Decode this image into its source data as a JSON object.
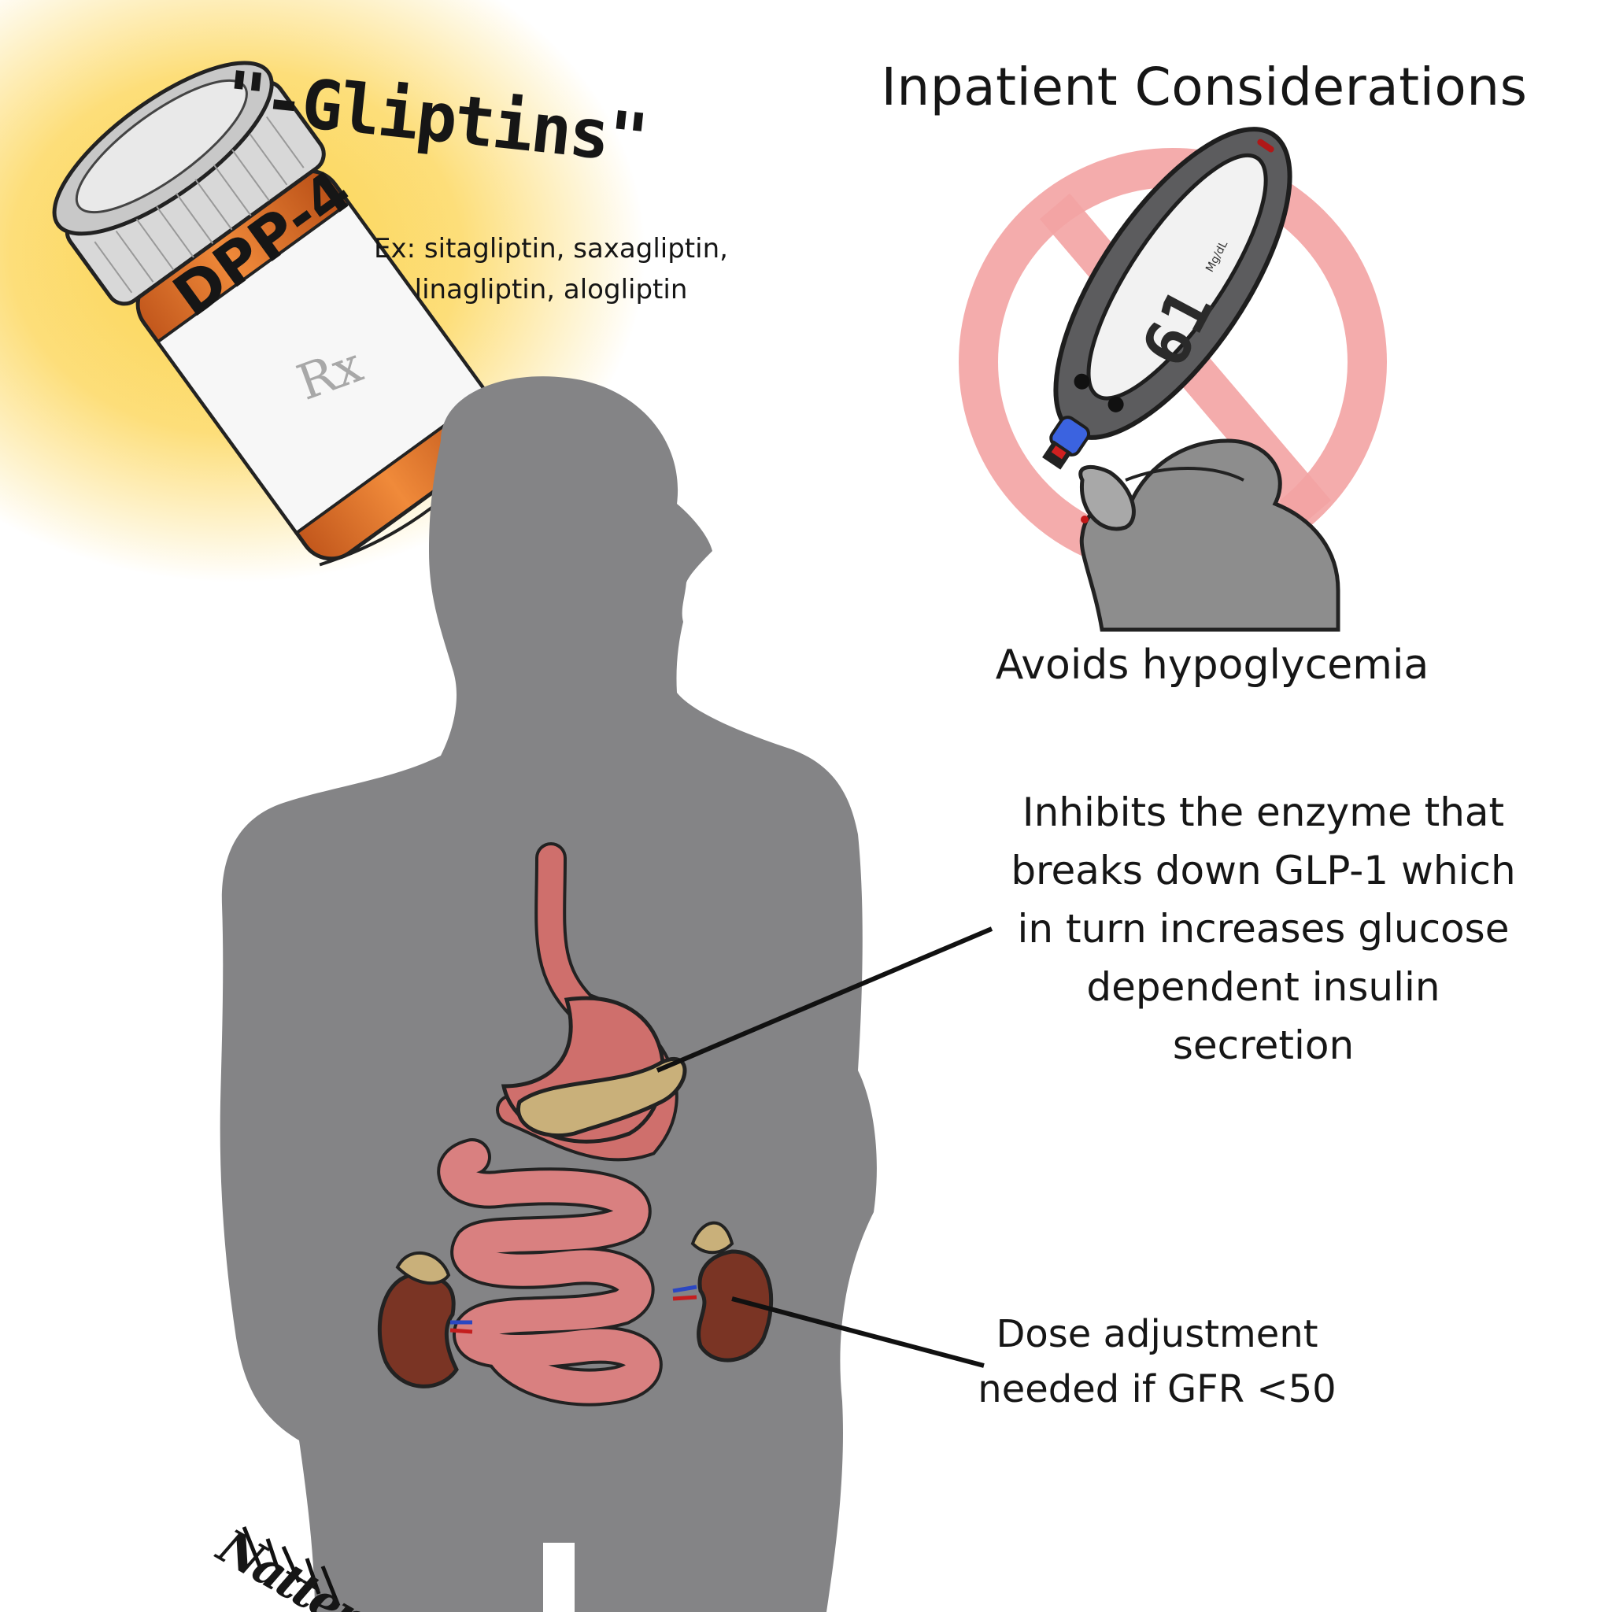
{
  "header": {
    "title": "Inpatient Considerations"
  },
  "drug": {
    "class_nickname": "\"-Gliptins\"",
    "bottle_label": "DPP-4",
    "bottle_symbol": "Rx",
    "examples_line1": "Ex: sitagliptin, saxagliptin,",
    "examples_line2": "linagliptin, alogliptin"
  },
  "glucometer": {
    "reading": "61",
    "unit": "Mg/dL"
  },
  "annotations": {
    "hypoglycemia": "Avoids hypoglycemia",
    "mechanism": "Inhibits the enzyme that breaks down GLP-1 which in turn increases glucose dependent insulin secretion",
    "renal": "Dose adjustment needed if GFR <50"
  },
  "artist_signature": "Natter",
  "colors": {
    "silhouette": "#848486",
    "glow": "#fcd34d",
    "bottle": "#e0722b",
    "prohibition": "#f3a3a3",
    "stomach": "#cf6f6c",
    "pancreas": "#c9b07a",
    "kidney": "#7a3424"
  }
}
